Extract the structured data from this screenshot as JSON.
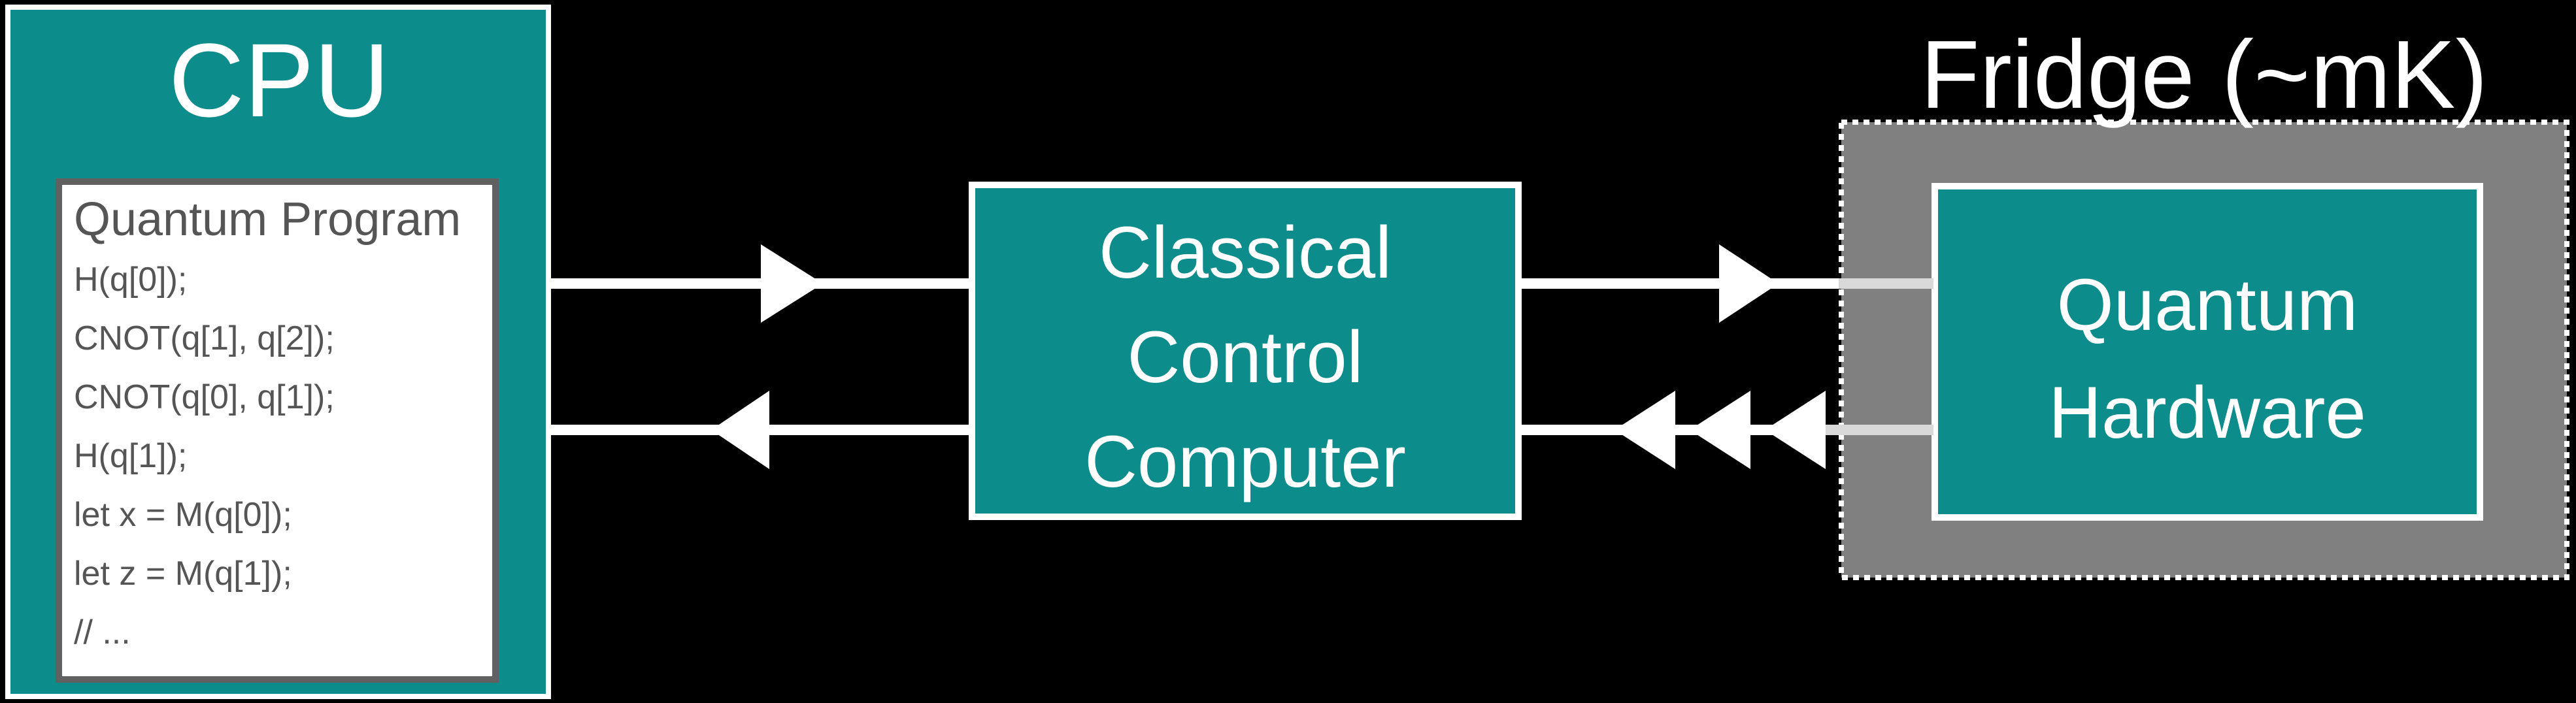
{
  "colors": {
    "background": "#000000",
    "teal": "#0d8c8c",
    "white": "#ffffff",
    "fridge_gray": "#808080",
    "connector_inside_fridge": "#d9d9d9",
    "program_border_gray": "#616161",
    "program_text_gray": "#555555"
  },
  "cpu": {
    "label": "CPU",
    "program": {
      "title": "Quantum Program",
      "lines": [
        "H(q[0]);",
        "CNOT(q[1], q[2]);",
        "CNOT(q[0], q[1]);",
        "H(q[1]);",
        "let x = M(q[0]);",
        "let z = M(q[1]);",
        "// ..."
      ]
    }
  },
  "classical_control_computer": {
    "lines": [
      "Classical",
      "Control",
      "Computer"
    ]
  },
  "fridge": {
    "label": "Fridge (~mK)"
  },
  "quantum_hardware": {
    "lines": [
      "Quantum",
      "Hardware"
    ]
  }
}
